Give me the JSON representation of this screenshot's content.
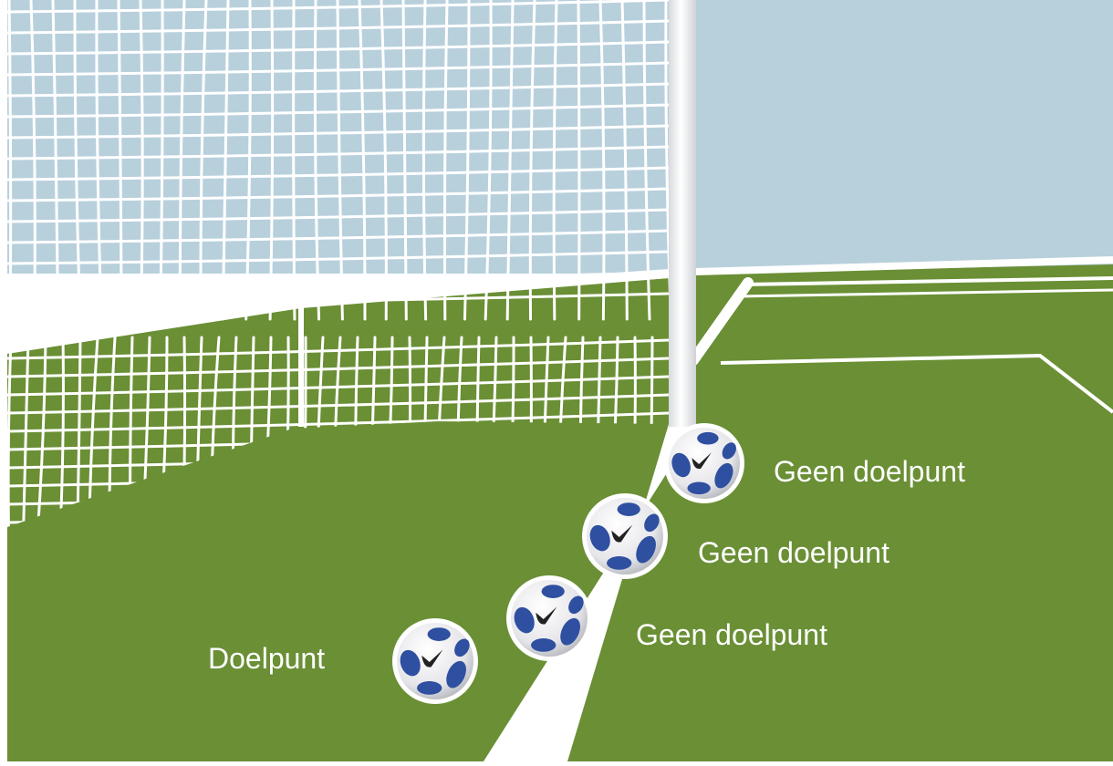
{
  "colors": {
    "sky": "#b8d0dc",
    "grass": "#6a8f35",
    "line": "#ffffff",
    "net": "#ffffff",
    "post": "#eceef0",
    "ball_blue": "#2f4fa0",
    "ball_white": "#f2f2f4"
  },
  "icons": {
    "ball": "soccer-ball-icon",
    "post": "goal-post",
    "net": "goal-net"
  },
  "labels": {
    "ball1": "Geen doelpunt",
    "ball2": "Geen doelpunt",
    "ball3": "Geen doelpunt",
    "ball4": "Doelpunt"
  }
}
